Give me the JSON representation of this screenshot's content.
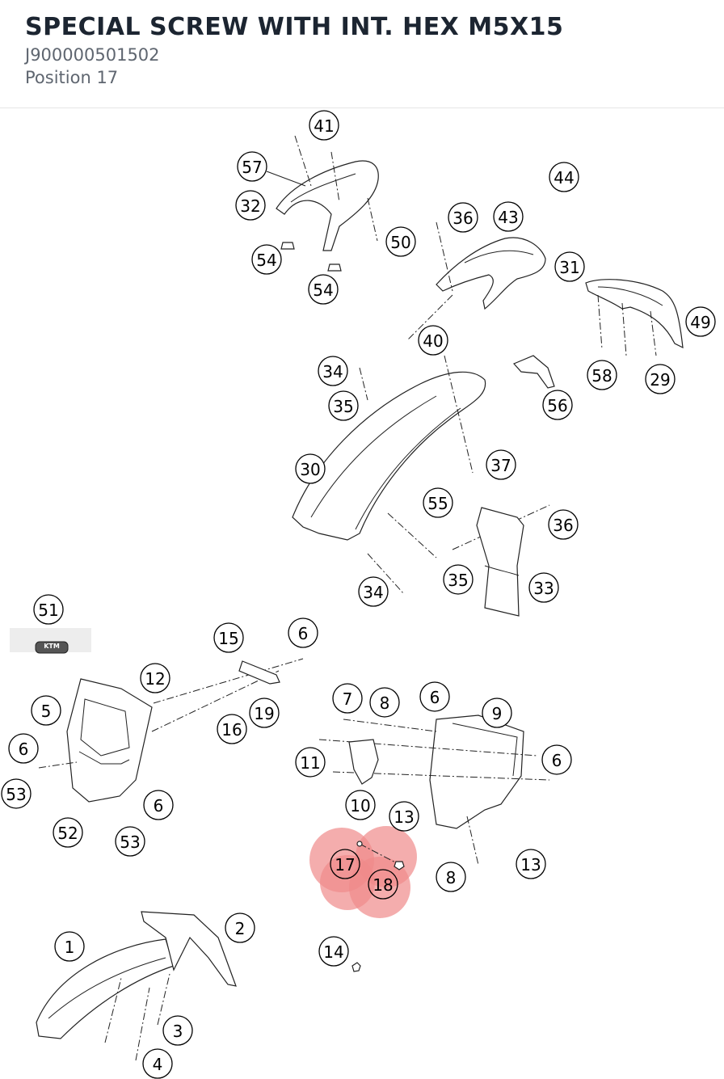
{
  "header": {
    "title": "SPECIAL SCREW WITH INT. HEX M5X15",
    "part_number": "J900000501502",
    "position": "Position 17"
  },
  "diagram": {
    "highlight_color": "#f08a8a",
    "logo_text": "KTM",
    "callouts": [
      "41",
      "57",
      "32",
      "54",
      "54",
      "50",
      "44",
      "36",
      "43",
      "31",
      "49",
      "58",
      "29",
      "40",
      "34",
      "35",
      "56",
      "30",
      "37",
      "55",
      "36",
      "35",
      "34",
      "33",
      "51",
      "15",
      "6",
      "12",
      "5",
      "6",
      "19",
      "16",
      "53",
      "52",
      "53",
      "6",
      "7",
      "8",
      "6",
      "9",
      "11",
      "6",
      "10",
      "13",
      "17",
      "18",
      "8",
      "13",
      "2",
      "1",
      "3",
      "4",
      "14"
    ]
  }
}
